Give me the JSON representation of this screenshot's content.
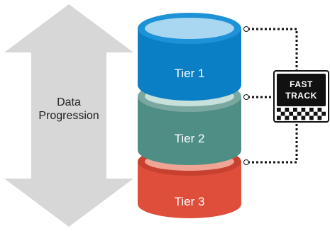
{
  "arrow": {
    "label_line1": "Data",
    "label_line2": "Progression"
  },
  "tiers": [
    {
      "label": "Tier 1"
    },
    {
      "label": "Tier 2"
    },
    {
      "label": "Tier 3"
    }
  ],
  "badge": {
    "line1": "FAST",
    "line2": "TRACK"
  },
  "colors": {
    "arrow": "#d7d7d7",
    "tier1": "#0a7fc6",
    "tier2": "#4e8e84",
    "tier3": "#de4e3b",
    "connector": "#111111"
  }
}
